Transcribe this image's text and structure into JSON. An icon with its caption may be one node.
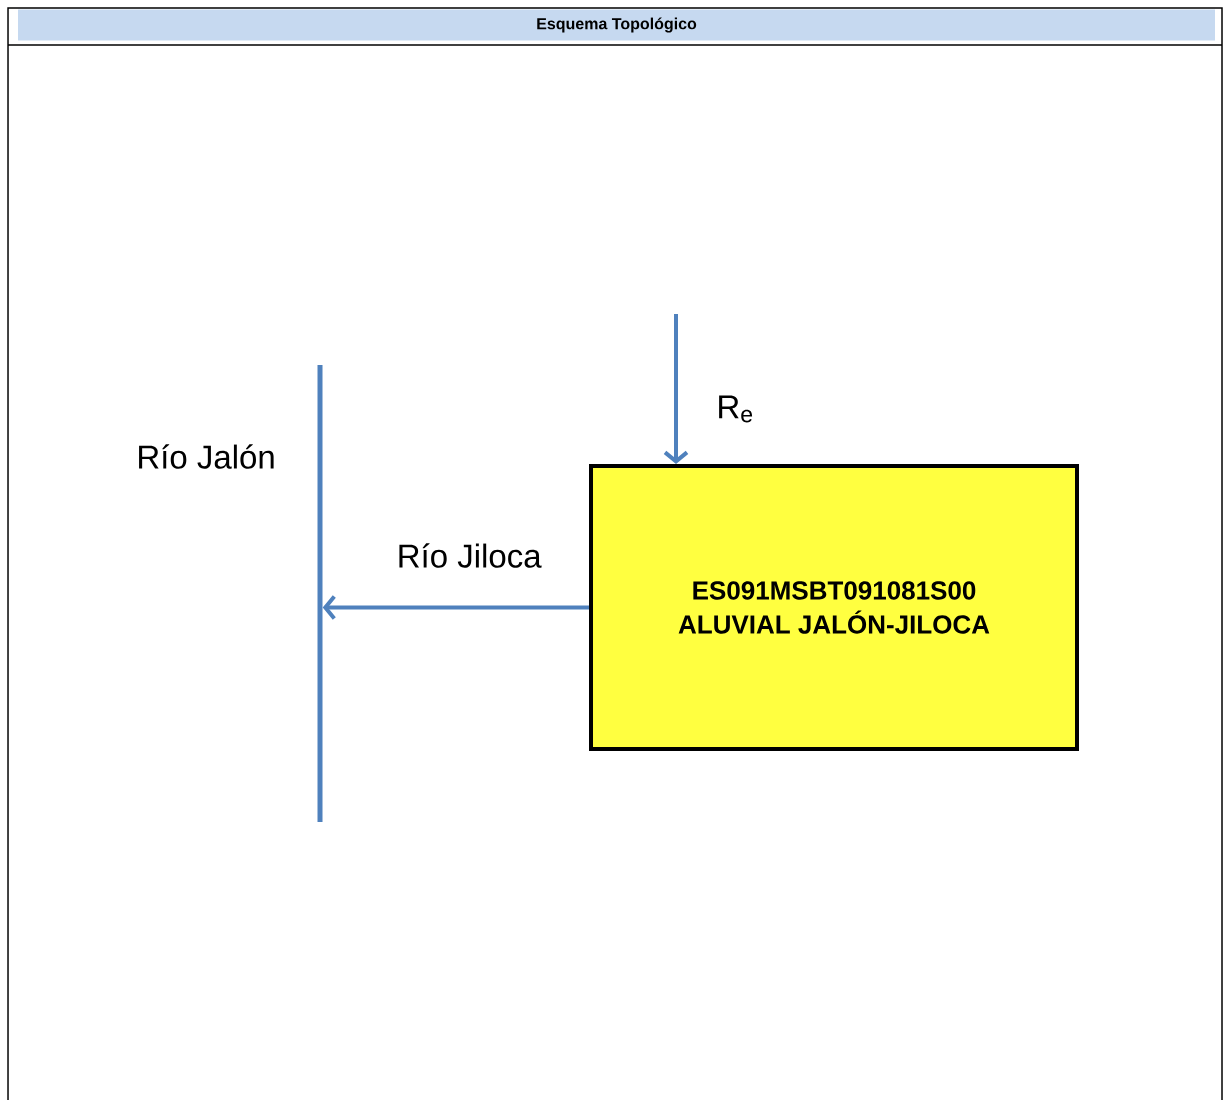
{
  "diagram": {
    "title": "Esquema Topológico",
    "nodes": [
      {
        "text": [
          "ES091MSBT091081S00",
          "ALUVIAL JALÓN-JILOCA"
        ]
      },
      {
        "text": [],
        "shape": "line",
        "beside": [
          "Río Jalón"
        ]
      }
    ],
    "edges": [
      {
        "from": 0,
        "to": 1,
        "arrow": "to",
        "label": "Río Jiloca"
      },
      {
        "from": null,
        "to": 0,
        "arrow": "to",
        "label": "R$_{e}$"
      }
    ]
  }
}
